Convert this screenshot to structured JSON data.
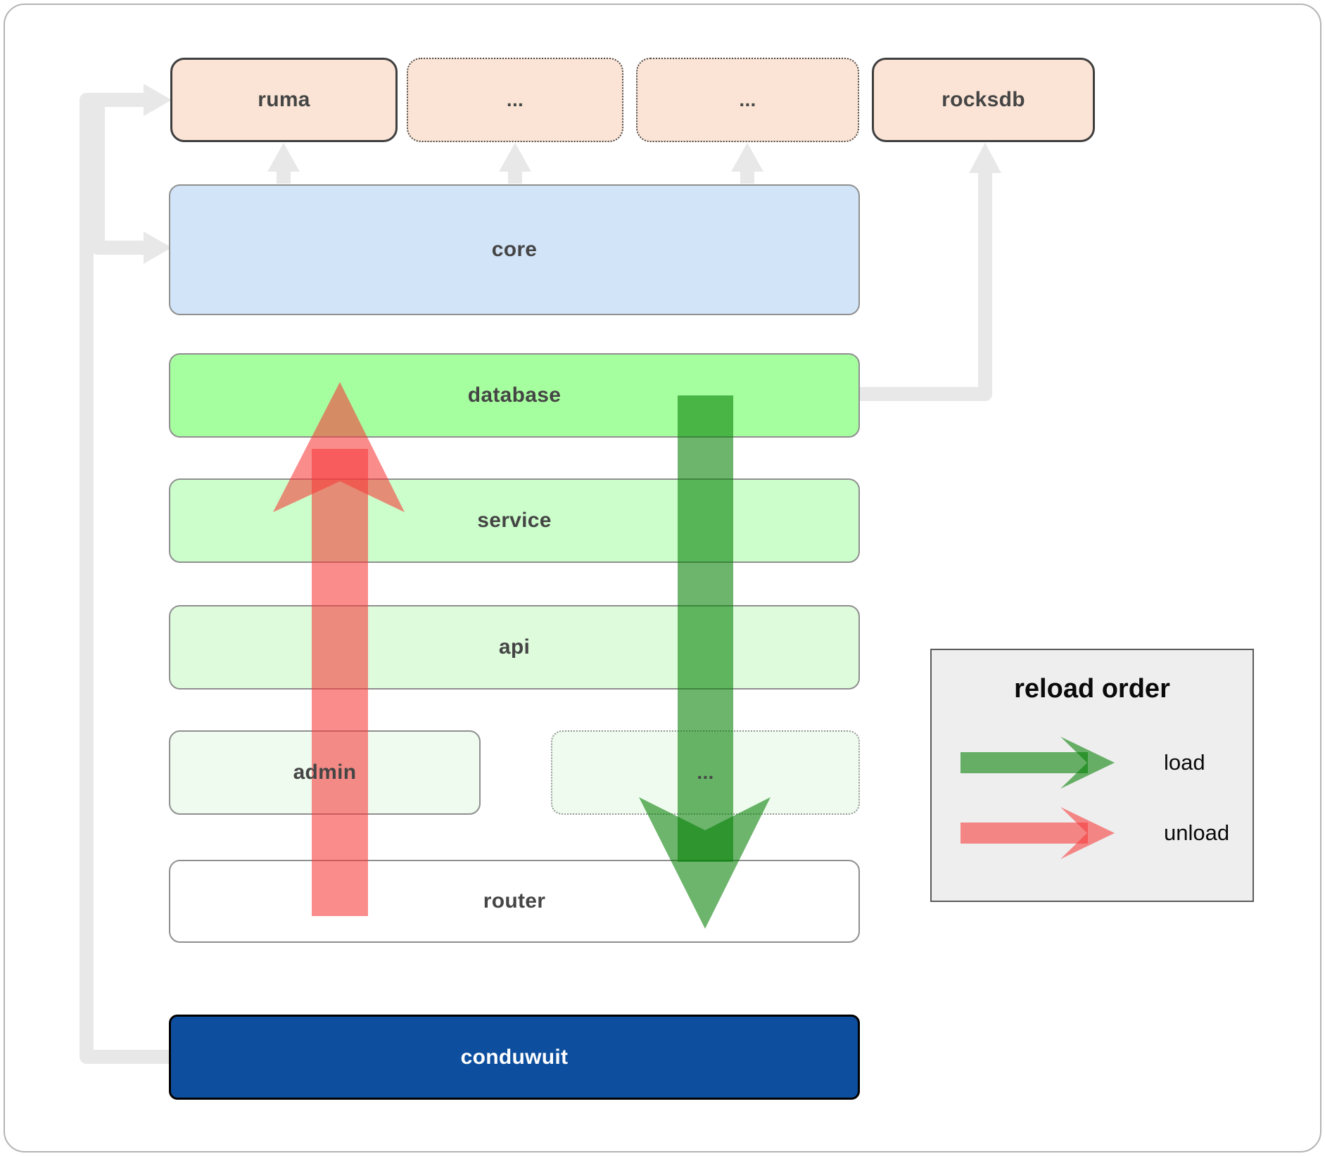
{
  "boxes": {
    "ruma": "ruma",
    "dots1": "...",
    "dots2": "...",
    "rocksdb": "rocksdb",
    "core": "core",
    "database": "database",
    "service": "service",
    "api": "api",
    "admin": "admin",
    "dots3": "...",
    "router": "router",
    "conduwuit": "conduwuit"
  },
  "legend": {
    "title": "reload order",
    "load_label": "load",
    "unload_label": "unload"
  },
  "colors": {
    "load_arrow_green": "#038003",
    "unload_arrow_red": "#f63939",
    "connector_gray": "#e8e8e8",
    "conduwuit_blue": "#0d4f9e",
    "core_blue": "#d2e4f8",
    "database_green": "#a6ff9f",
    "service_green": "#ccfecb",
    "api_green": "#defcdc",
    "admin_green": "#eefbee",
    "dependency_peach": "#fbe4d5",
    "legend_bg": "#eeeeee"
  }
}
